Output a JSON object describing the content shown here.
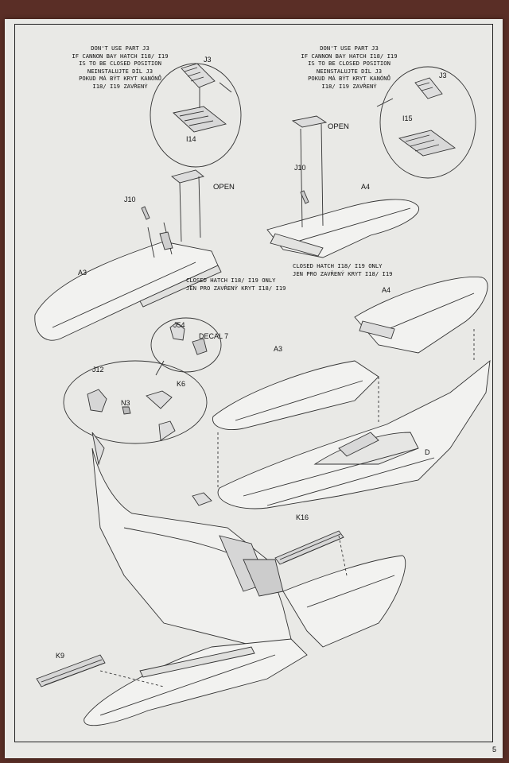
{
  "notes": {
    "left_note": {
      "line1": "DON'T USE PART J3",
      "line2": "IF CANNON BAY HATCH I18/ I19",
      "line3": "IS TO BE CLOSED POSITION",
      "line4": "NEINSTALUJTE DÍL J3",
      "line5": "POKUD MÁ BÝT KRYT KANÓNŮ",
      "line6": "I18/ I19 ZAVŘENÝ"
    },
    "right_note": {
      "line1": "DON'T USE PART J3",
      "line2": "IF CANNON BAY HATCH I18/ I19",
      "line3": "IS TO BE CLOSED POSITION",
      "line4": "NEINSTALUJTE DÍL J3",
      "line5": "POKUD MÁ BÝT KRYT KANÓNŮ",
      "line6": "I18/ I19 ZAVŘENÝ"
    },
    "closed_left": {
      "line1": "CLOSED HATCH I18/ I19 ONLY",
      "line2": "JEN PRO ZAVŘENÝ KRYT I18/ I19"
    },
    "closed_right": {
      "line1": "CLOSED HATCH I18/ I19 ONLY",
      "line2": "JEN PRO ZAVŘENÝ KRYT I18/ I19"
    }
  },
  "labels": {
    "j3_left": "J3",
    "i14": "I14",
    "open_left": "OPEN",
    "j10_left": "J10",
    "a3_top": "A3",
    "j3_right": "J3",
    "i15": "I15",
    "open_right": "OPEN",
    "j10_right": "J10",
    "a4_top": "A4",
    "j54": "J54",
    "decal": "DECAL 7",
    "j12": "J12",
    "k6": "K6",
    "n3": "N3",
    "a4_mid": "A4",
    "a3_mid": "A3",
    "d": "D",
    "k16": "K16",
    "k9": "K9",
    "page_number": "5"
  },
  "colors": {
    "paper": "#e9e9e6",
    "background": "#5a2e26",
    "ink": "#111111"
  }
}
